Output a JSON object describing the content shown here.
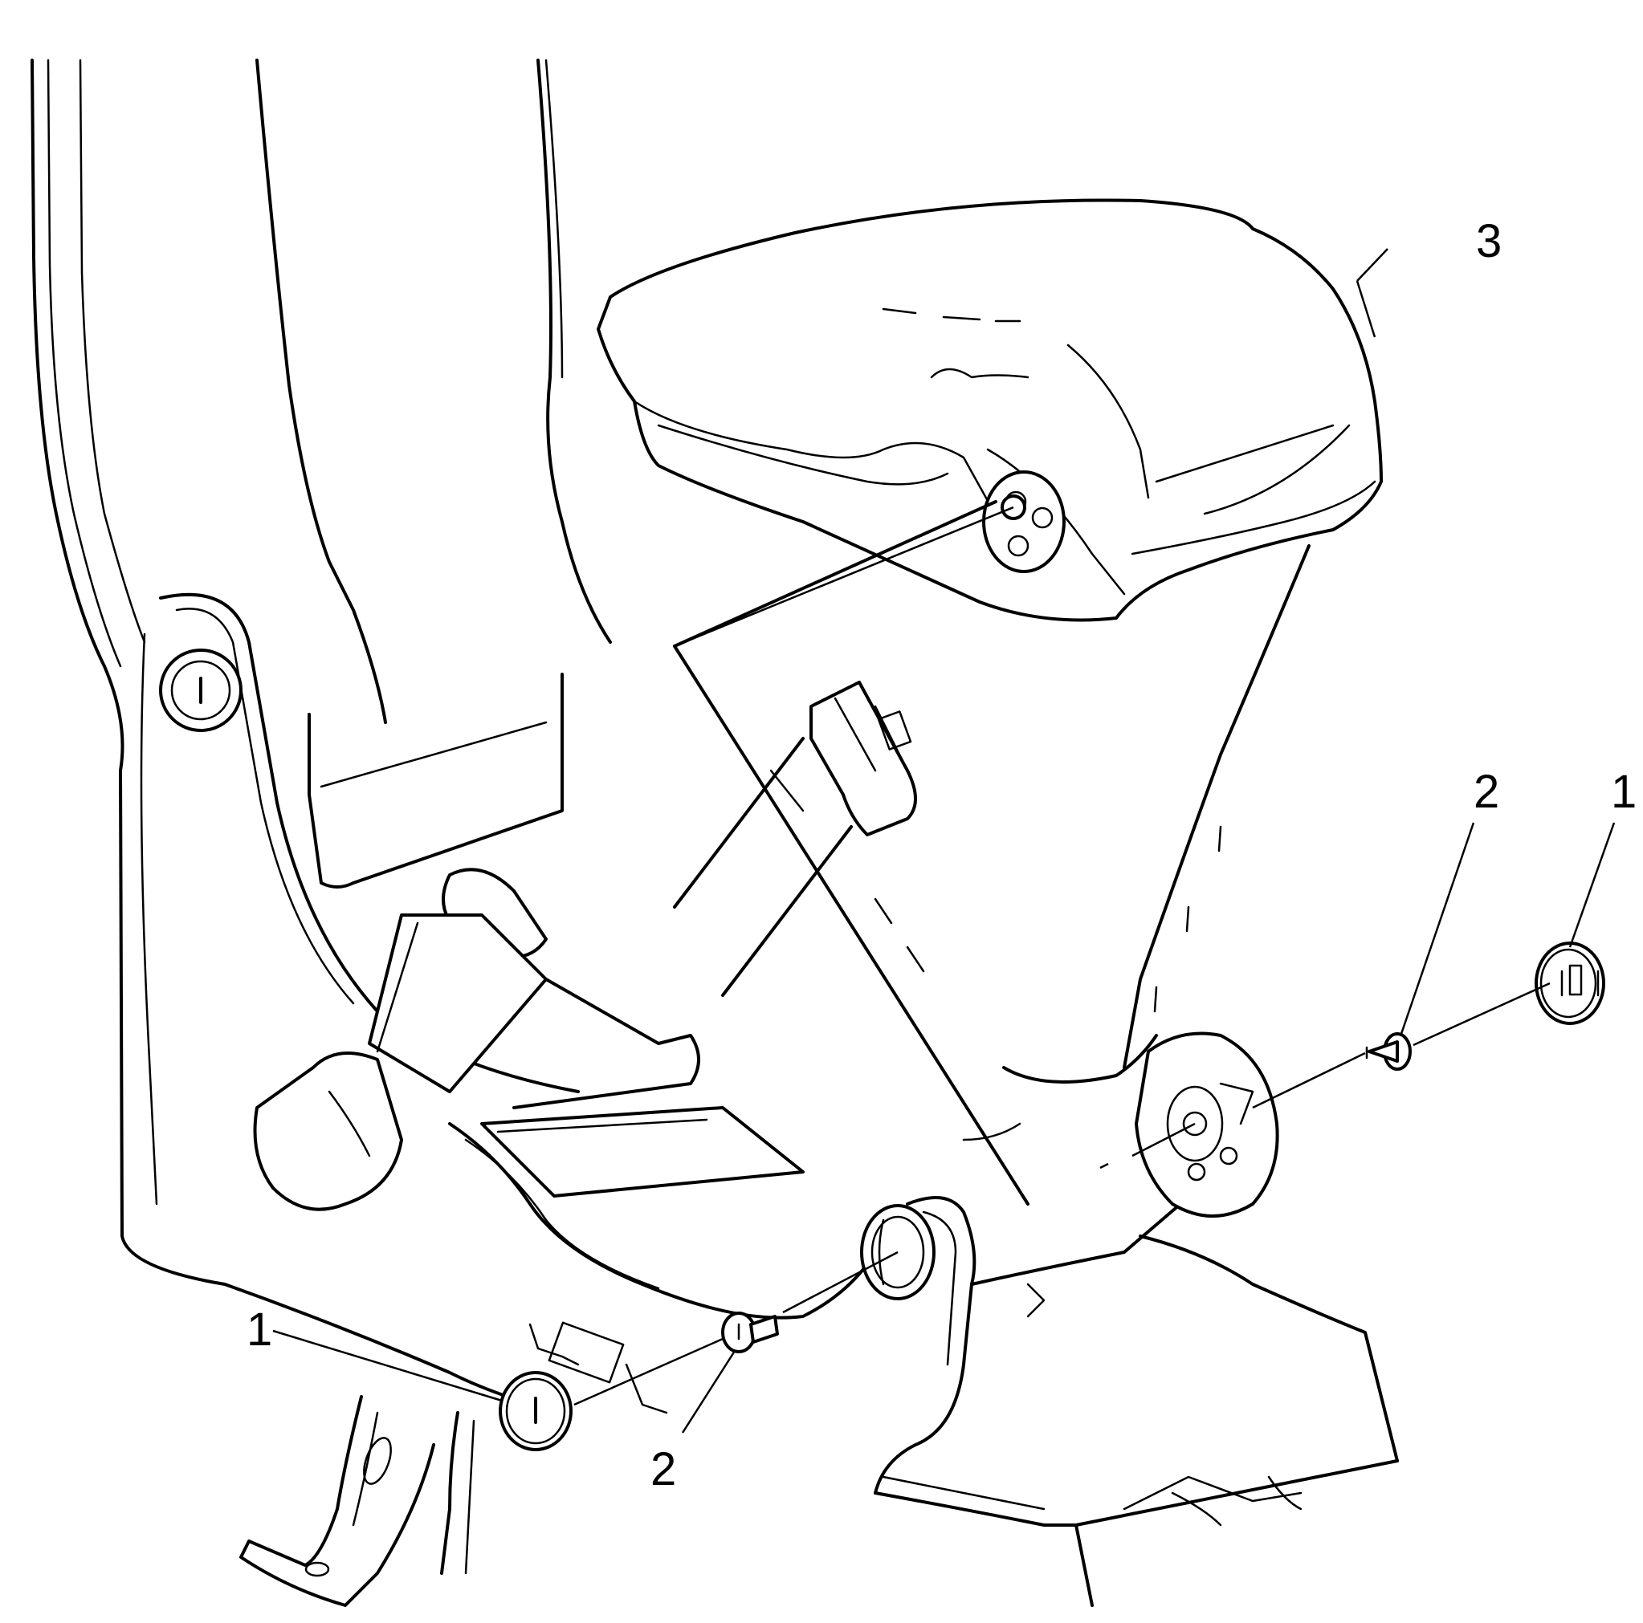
{
  "callouts": [
    {
      "id": "cap-right",
      "label": "1"
    },
    {
      "id": "cap-left",
      "label": "1"
    },
    {
      "id": "bolt-right",
      "label": "2"
    },
    {
      "id": "bolt-left",
      "label": "2"
    },
    {
      "id": "armrest",
      "label": "3"
    }
  ],
  "colors": {
    "line": "#000000",
    "background": "#ffffff"
  }
}
